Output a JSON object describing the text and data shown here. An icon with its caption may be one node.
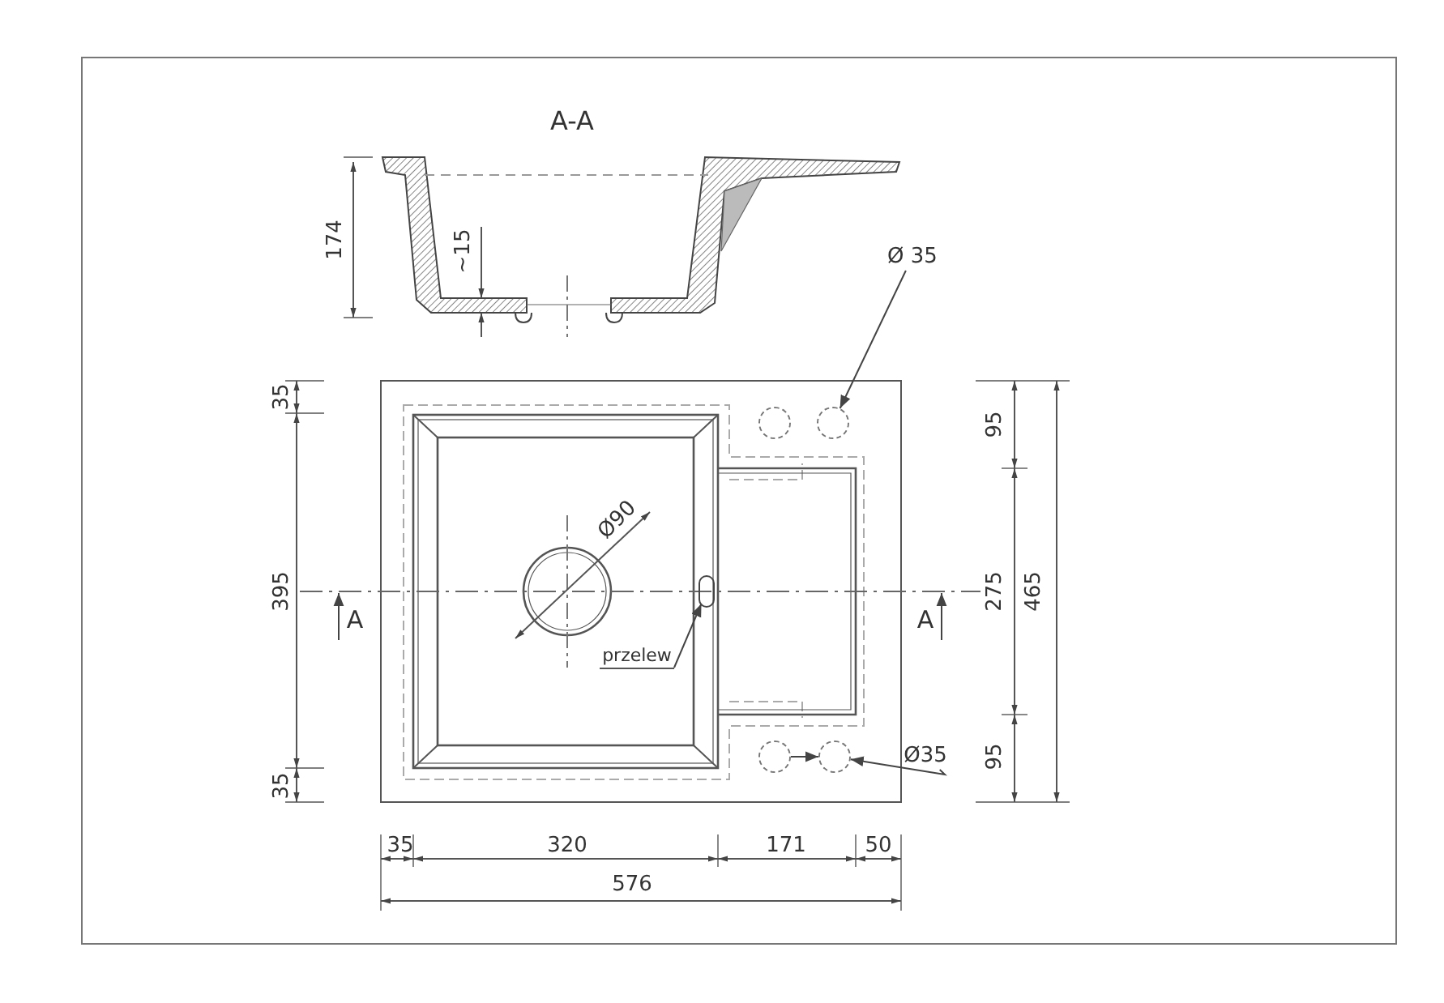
{
  "diagram": {
    "title": "A-A",
    "nodes": [
      {
        "text": [
          "Ø 35"
        ]
      },
      {
        "text": [],
        "shape": "circle"
      },
      {
        "text": [],
        "shape": "circle"
      },
      {
        "text": [
          "przelew"
        ]
      },
      {
        "text": [],
        "shape": "circle"
      },
      {
        "text": [
          "Ø35"
        ]
      },
      {
        "text": [],
        "shape": "circle"
      },
      {
        "text": [],
        "shape": "circle"
      }
    ],
    "edges": [
      {
        "from": 0,
        "to": 2,
        "arrow": "to"
      },
      {
        "from": 3,
        "to": 4,
        "arrow": "to"
      },
      {
        "from": 5,
        "to": 7,
        "arrow": "to"
      },
      {
        "from": 6,
        "to": 7,
        "arrow": "to"
      }
    ],
    "labels": [
      "174",
      "~15",
      "35",
      "395",
      "35",
      "Ø90",
      "A",
      "A",
      "95",
      "275",
      "95",
      "465",
      "35",
      "320",
      "171",
      "50",
      "576"
    ]
  }
}
